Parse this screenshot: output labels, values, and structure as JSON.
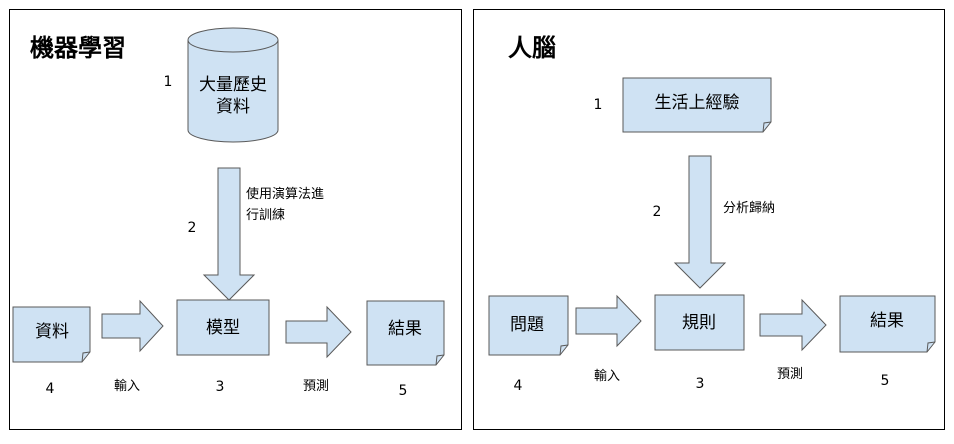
{
  "left_panel": {
    "title": "機器學習",
    "database": {
      "line1": "大量歷史",
      "line2": "資料",
      "step": "1"
    },
    "train_label": {
      "line1": "使用演算法進",
      "line2": "行訓練"
    },
    "train_step": "2",
    "input_doc": {
      "label": "資料",
      "step": "4"
    },
    "input_arrow_label": "輸入",
    "model": {
      "label": "模型",
      "step": "3"
    },
    "predict_arrow_label": "預測",
    "result_doc": {
      "label": "結果",
      "step": "5"
    }
  },
  "right_panel": {
    "title": "人腦",
    "experience_doc": {
      "label": "生活上經驗",
      "step": "1"
    },
    "induce_label": "分析歸納",
    "induce_step": "2",
    "question_doc": {
      "label": "問題",
      "step": "4"
    },
    "input_arrow_label": "輸入",
    "rule": {
      "label": "規則",
      "step": "3"
    },
    "predict_arrow_label": "預測",
    "result_doc": {
      "label": "結果",
      "step": "5"
    }
  },
  "colors": {
    "fill": "#cfe2f3",
    "stroke": "#595959",
    "border": "#000000"
  }
}
